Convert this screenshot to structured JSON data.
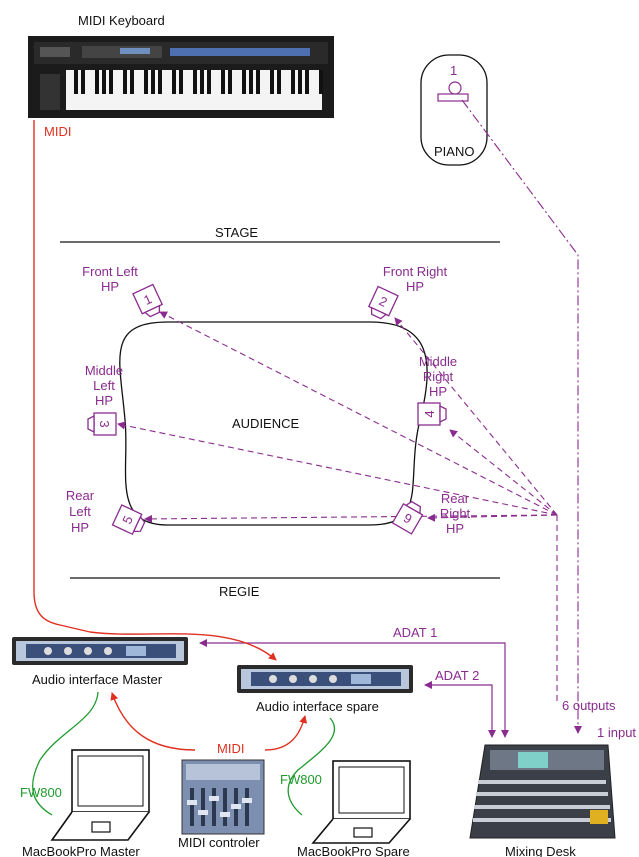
{
  "colors": {
    "purple": "#8a2c8f",
    "red": "#e03020",
    "green": "#1e9a2e",
    "black": "#111111"
  },
  "labels": {
    "midi_keyboard": "MIDI Keyboard",
    "midi_top": "MIDI",
    "piano_number": "1",
    "piano": "PIANO",
    "stage": "STAGE",
    "audience": "AUDIENCE",
    "regie": "REGIE",
    "adat1": "ADAT 1",
    "adat2": "ADAT 2",
    "six_outputs": "6 outputs",
    "one_input": "1 input",
    "audio_master": "Audio interface Master",
    "audio_spare": "Audio interface spare",
    "midi_bottom": "MIDI",
    "fw_left": "FW800",
    "fw_right": "FW800",
    "macbook_master": "MacBookPro Master",
    "midi_controller": "MIDI controler",
    "macbook_spare": "MacBookPro Spare",
    "mixing_desk": "Mixing Desk"
  },
  "speakers": [
    {
      "number": "1",
      "label_lines": [
        "Front Left",
        "HP"
      ]
    },
    {
      "number": "2",
      "label_lines": [
        "Front Right",
        "HP"
      ]
    },
    {
      "number": "3",
      "label_lines": [
        "Middle",
        "Left",
        "HP"
      ]
    },
    {
      "number": "4",
      "label_lines": [
        "Middle",
        "Right",
        "HP"
      ]
    },
    {
      "number": "5",
      "label_lines": [
        "Rear",
        "Left",
        "HP"
      ]
    },
    {
      "number": "6",
      "label_lines": [
        "Rear",
        "Right",
        "HP"
      ]
    }
  ]
}
